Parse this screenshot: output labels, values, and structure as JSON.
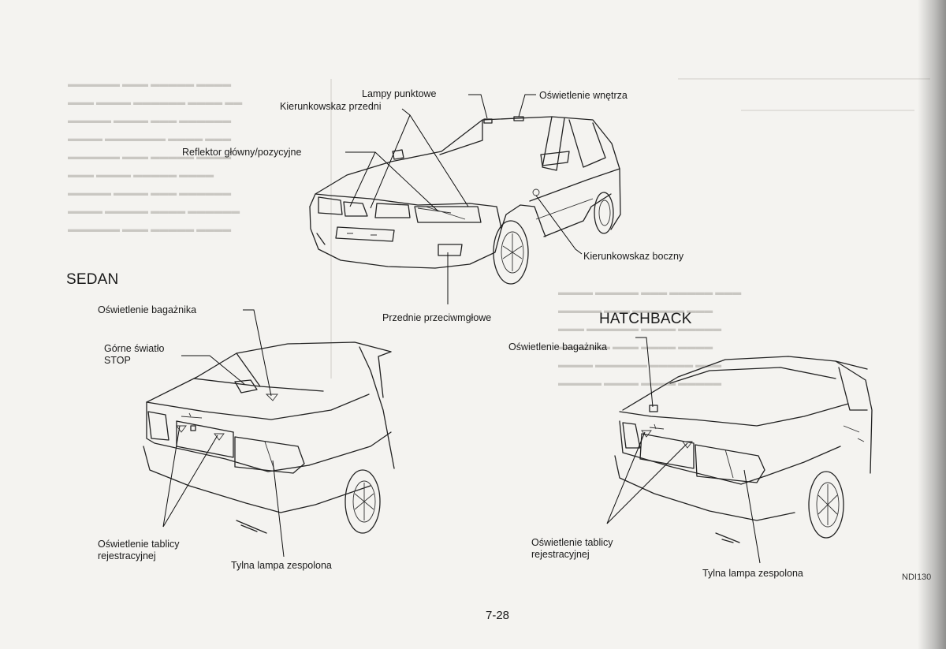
{
  "labels": {
    "lampy_punktowe": "Lampy punktowe",
    "oswietlenie_wnetrza": "Oświetlenie wnętrza",
    "kierunkowskaz_przedni": "Kierunkowskaz przedni",
    "reflektor": "Reflektor główny/pozycyjne",
    "kierunkowskaz_boczny": "Kierunkowskaz boczny",
    "przednie_przeciwmglowe": "Przednie przeciwmgłowe"
  },
  "sedan": {
    "title": "SEDAN",
    "oswietlenie_bagaznika": "Oświetlenie bagażnika",
    "gorne_swiatlo_line1": "Górne światło",
    "gorne_swiatlo_line2": "STOP",
    "tablica_line1": "Oświetlenie tablicy",
    "tablica_line2": "rejestracyjnej",
    "tylna_lampa": "Tylna lampa zespolona"
  },
  "hatchback": {
    "title": "HATCHBACK",
    "oswietlenie_bagaznika": "Oświetlenie bagażnika",
    "tablica_line1": "Oświetlenie tablicy",
    "tablica_line2": "rejestracyjnej",
    "tylna_lampa": "Tylna lampa zespolona"
  },
  "figure_code": "NDI130",
  "page_number": "7-28"
}
